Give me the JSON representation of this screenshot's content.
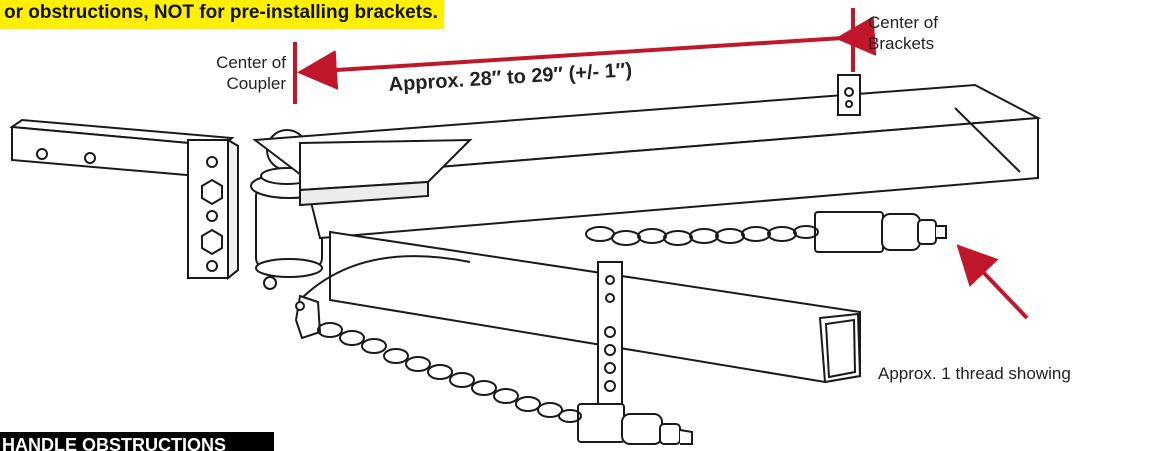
{
  "header": {
    "banner_text": "or obstructions, NOT for pre-installing brackets.",
    "banner_color": "#ffef00"
  },
  "diagram": {
    "coupler_label_line1": "Center of",
    "coupler_label_line2": "Coupler",
    "brackets_label_line1": "Center of",
    "brackets_label_line2": "Brackets",
    "measurement_text": "Approx. 28″ to 29″ (+/- 1″)",
    "thread_label": "Approx. 1 thread showing",
    "arrow_color": "#c0182a",
    "line_color": "#1a1a1a"
  },
  "footer": {
    "section_tag": "HANDLE OBSTRUCTIONS"
  }
}
